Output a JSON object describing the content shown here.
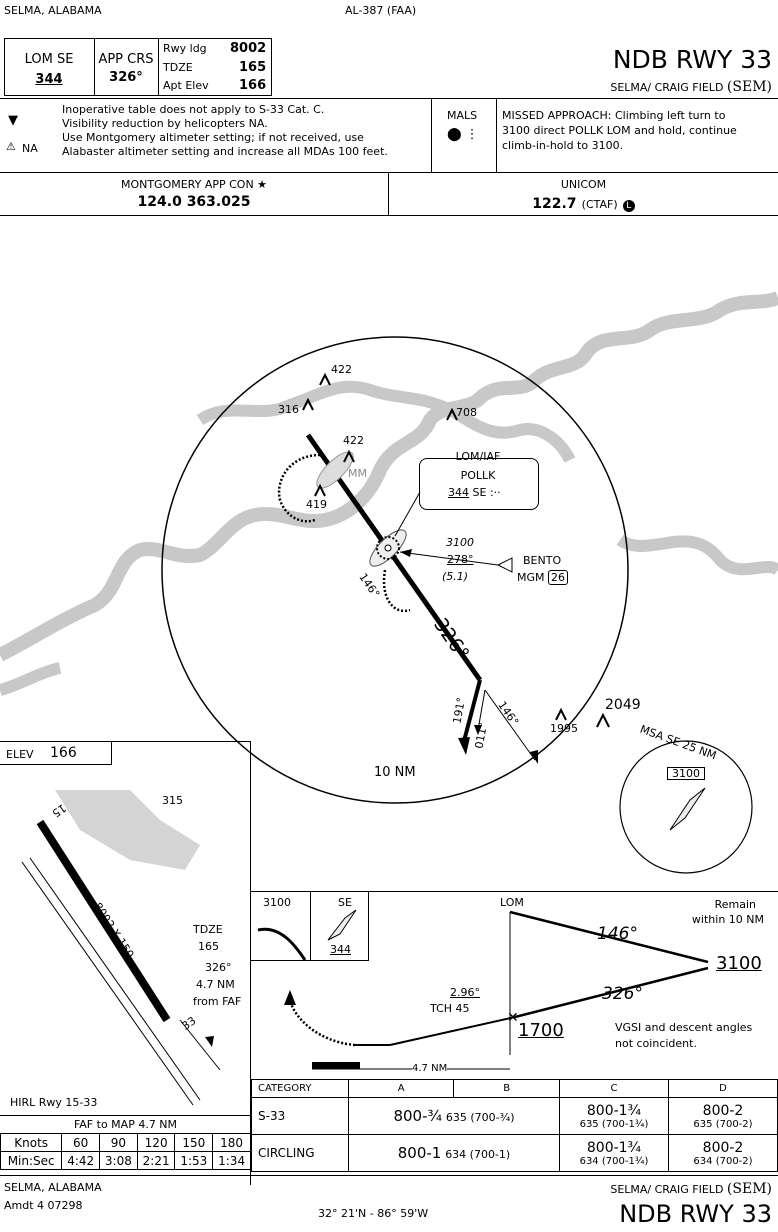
{
  "header": {
    "location": "SELMA, ALABAMA",
    "procedure_id": "AL-387 (FAA)",
    "lom_label": "LOM SE",
    "lom_freq": "344",
    "app_crs_label": "APP CRS",
    "app_crs": "326°",
    "rwy_ldg_label": "Rwy ldg",
    "rwy_ldg": "8002",
    "tdze_label": "TDZE",
    "tdze": "165",
    "apt_elev_label": "Apt Elev",
    "apt_elev": "166",
    "title": "NDB RWY 33",
    "airport": "SELMA/ CRAIG FIELD",
    "airport_id": "(SEM)"
  },
  "notes": {
    "line1": "Inoperative table does not apply to S-33 Cat. C.",
    "line2": "Visibility reduction by helicopters NA.",
    "line3": "Use Montgomery altimeter setting; if not received, use",
    "line4": "Alabaster altimeter setting and increase all MDAs 100 feet.",
    "alt_na": "NA",
    "lights": "MALS",
    "missed_approach": [
      "MISSED APPROACH: Climbing left turn to",
      "3100 direct POLLK LOM and hold, continue",
      "climb-in-hold to 3100."
    ]
  },
  "comms": {
    "approach_label": "MONTGOMERY APP CON ★",
    "approach_freq": "124.0  363.025",
    "unicom_label": "UNICOM",
    "unicom_freq": "122.7",
    "unicom_ctaf": "(CTAF)",
    "ctaf_icon": "L"
  },
  "planview": {
    "obstacles": [
      "422",
      "316",
      "708",
      "422",
      "419",
      "1995",
      "2049"
    ],
    "lom_box_title": "LOM/IAF",
    "lom_box_name": "POLLK",
    "lom_box_freq": "344",
    "lom_box_id": "SE",
    "lom_box_morse": ":··",
    "mm_label": "MM",
    "feeder_alt": "3100",
    "feeder_crs": "278°",
    "feeder_dist": "(5.1)",
    "bento_name": "BENTO",
    "bento_vor": "MGM",
    "bento_radial": "26",
    "holding_outbound": "146°",
    "final_crs": "326°",
    "course_191": "191°",
    "course_011": "011°",
    "course_146": "146°",
    "ring_label": "10 NM",
    "msa_label": "MSA SE 25 NM",
    "msa_alt": "3100"
  },
  "airport_diagram": {
    "elev_label": "ELEV",
    "elev": "166",
    "rwy15": "15",
    "rwy33": "33",
    "obstacle": "315",
    "runway_dims": "8002 X 150",
    "tdze_label": "TDZE",
    "tdze": "165",
    "fix_course": "326°",
    "fix_dist": "4.7 NM",
    "fix_from": "from FAF",
    "lighting": "HIRL Rwy 15-33"
  },
  "profile": {
    "pt_alt": "3100",
    "pt_id": "SE",
    "pt_freq": "344",
    "lom": "LOM",
    "remain1": "Remain",
    "remain2": "within 10 NM",
    "outbound_crs": "146°",
    "inbound_crs": "326°",
    "hold_alt": "3100",
    "glide_angle": "2.96°",
    "tch": "TCH 45",
    "faf_alt": "1700",
    "vgsi1": "VGSI and descent angles",
    "vgsi2": "not coincident.",
    "scale_dist": "4.7 NM"
  },
  "minimums": {
    "cat_header": "CATEGORY",
    "cats": [
      "A",
      "B",
      "C",
      "D"
    ],
    "rows": [
      {
        "name": "S-33",
        "ab_main": "800-¾",
        "ab_sub": "635 (700-¾)",
        "c_main": "800-1¾",
        "c_sub": "635 (700-1¾)",
        "d_main": "800-2",
        "d_sub": "635 (700-2)"
      },
      {
        "name": "CIRCLING",
        "ab_main": "800-1",
        "ab_sub": "634 (700-1)",
        "c_main": "800-1¾",
        "c_sub": "634 (700-1¾)",
        "d_main": "800-2",
        "d_sub": "634 (700-2)"
      }
    ]
  },
  "timing": {
    "title": "FAF to MAP  4.7 NM",
    "knots_label": "Knots",
    "knots": [
      "60",
      "90",
      "120",
      "150",
      "180"
    ],
    "minsec_label": "Min:Sec",
    "minsec": [
      "4:42",
      "3:08",
      "2:21",
      "1:53",
      "1:34"
    ]
  },
  "footer": {
    "location": "SELMA, ALABAMA",
    "amendment": "Amdt 4  07298",
    "coords": "32° 21'N - 86° 59'W",
    "airport": "SELMA/ CRAIG FIELD",
    "airport_id": "(SEM)",
    "title": "NDB RWY 33"
  }
}
